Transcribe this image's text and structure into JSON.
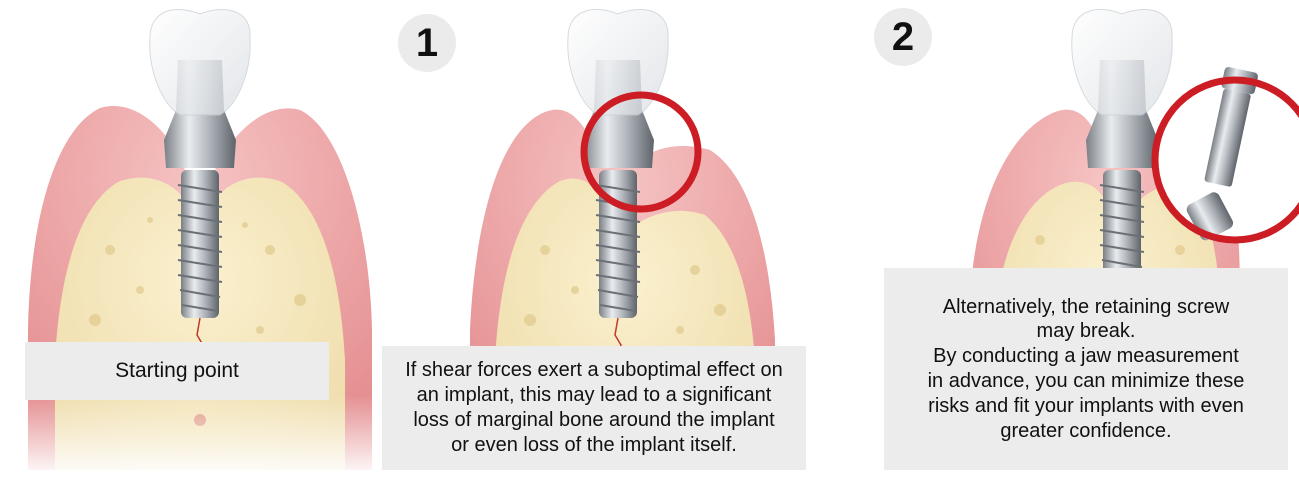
{
  "panels": [
    {
      "number": "",
      "caption_lines": [
        "Starting point"
      ],
      "highlight": "none"
    },
    {
      "number": "1",
      "caption_lines": [
        "If shear forces exert a suboptimal effect on",
        "an implant, this may lead to a significant",
        "loss of marginal bone around the implant",
        "or even loss of the implant itself."
      ],
      "highlight": "bone-loss-circle"
    },
    {
      "number": "2",
      "caption_lines": [
        "Alternatively, the retaining screw",
        "may break.",
        "By conducting a jaw measurement",
        "in advance, you can minimize these",
        "risks and fit your implants with even",
        "greater confidence."
      ],
      "highlight": "broken-screw-circle"
    }
  ],
  "colors": {
    "gum": "#ec9a9a",
    "bone": "#f5e8b8",
    "highlight_ring": "#cc1c24",
    "caption_bg": "#ececec",
    "badge_bg": "#ebebeb"
  }
}
